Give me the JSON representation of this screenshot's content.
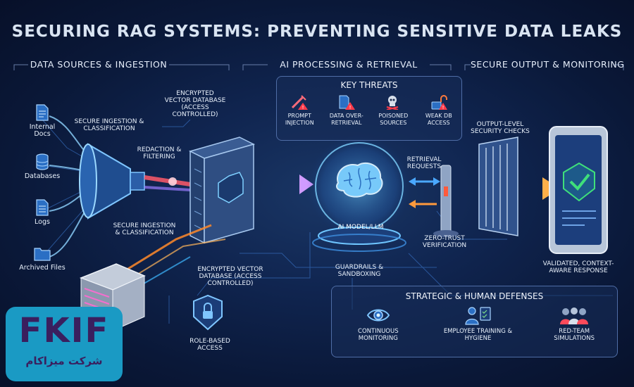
{
  "title": "SECURING RAG SYSTEMS: PREVENTING SENSITIVE DATA LEAKS",
  "sections": {
    "left": "DATA SOURCES & INGESTION",
    "middle": "AI PROCESSING & RETRIEVAL",
    "right": "SECURE OUTPUT & MONITORING"
  },
  "sources": [
    {
      "label": "Internal Docs",
      "icon": "document-icon"
    },
    {
      "label": "Databases",
      "icon": "database-icon"
    },
    {
      "label": "Logs",
      "icon": "log-file-icon"
    },
    {
      "label": "Archived Files",
      "icon": "folder-icon"
    }
  ],
  "labels": {
    "ingestion_top": "SECURE INGESTION & CLASSIFICATION",
    "ingestion_bottom": "SECURE INGESTION & CLASSIFICATION",
    "redaction": "REDACTION & FILTERING",
    "vector_db_top": "ENCRYPTED VECTOR DATABASE (ACCESS CONTROLLED)",
    "vector_db_bottom": "ENCRYPTED VECTOR DATABASE (ACCESS CONTROLLED)",
    "role_access": "ROLE-BASED ACCESS",
    "ai_model": "AI MODEL/LLM",
    "guardrails": "GUARDRAILS & SANDBOXING",
    "retrieval": "RETRIEVAL REQUESTS",
    "zero_trust": "ZERO-TRUST VERIFICATION",
    "output_checks": "OUTPUT-LEVEL SECURITY CHECKS",
    "validated": "VALIDATED, CONTEXT-AWARE RESPONSE"
  },
  "threats": {
    "title": "KEY THREATS",
    "items": [
      {
        "label": "PROMPT INJECTION",
        "icon": "syringe-icon"
      },
      {
        "label": "DATA OVER-RETRIEVAL",
        "icon": "data-warning-icon"
      },
      {
        "label": "POISONED SOURCES",
        "icon": "poison-icon"
      },
      {
        "label": "WEAK DB ACCESS",
        "icon": "unlock-icon"
      }
    ]
  },
  "defenses": {
    "title": "STRATEGIC & HUMAN DEFENSES",
    "items": [
      {
        "label": "CONTINUOUS MONITORING",
        "icon": "eye-icon"
      },
      {
        "label": "EMPLOYEE TRAINING & HYGIENE",
        "icon": "trainer-icon"
      },
      {
        "label": "RED-TEAM SIMULATIONS",
        "icon": "team-icon"
      }
    ]
  },
  "brand": {
    "name": "FKIF",
    "subtitle": "شرکت میزاکام"
  },
  "colors": {
    "accent_blue": "#4aa8ff",
    "accent_orange": "#ff9a3c",
    "accent_red": "#ff3b4a",
    "accent_purple": "#a66bff",
    "check_green": "#3fe07a",
    "brand_bg": "#1a9ac4",
    "brand_text": "#3a1f5e"
  }
}
